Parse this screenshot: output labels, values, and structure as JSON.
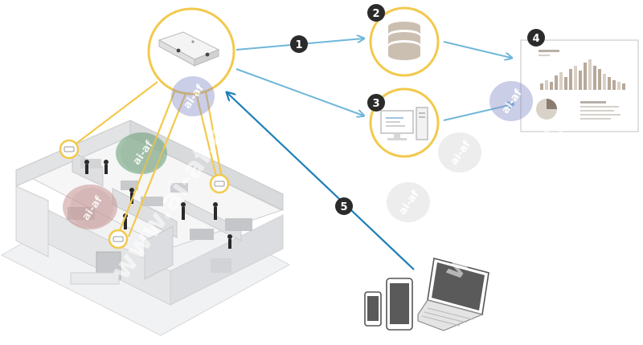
{
  "steps": [
    {
      "id": "1",
      "label": "1"
    },
    {
      "id": "2",
      "label": "2"
    },
    {
      "id": "3",
      "label": "3"
    },
    {
      "id": "4",
      "label": "4"
    },
    {
      "id": "5",
      "label": "5"
    }
  ],
  "watermark": {
    "badge_text": "ai-af",
    "domain_text": "www.ai-af.cn"
  },
  "colors": {
    "highlight": "#f2c94c",
    "arrow": "#6fb7d9",
    "arrow_dark": "#1e7fb8",
    "marker": "#2b2b2b",
    "zone_green": "#7fb08a",
    "zone_red": "#c99393",
    "watermark": "#8a8fc8"
  },
  "icons": {
    "sensor": "ceiling-sensor-icon",
    "storage": "database-icon",
    "workstation": "desktop-computer-icon",
    "report": "report-chart-icon",
    "clients": "client-devices-icon"
  }
}
